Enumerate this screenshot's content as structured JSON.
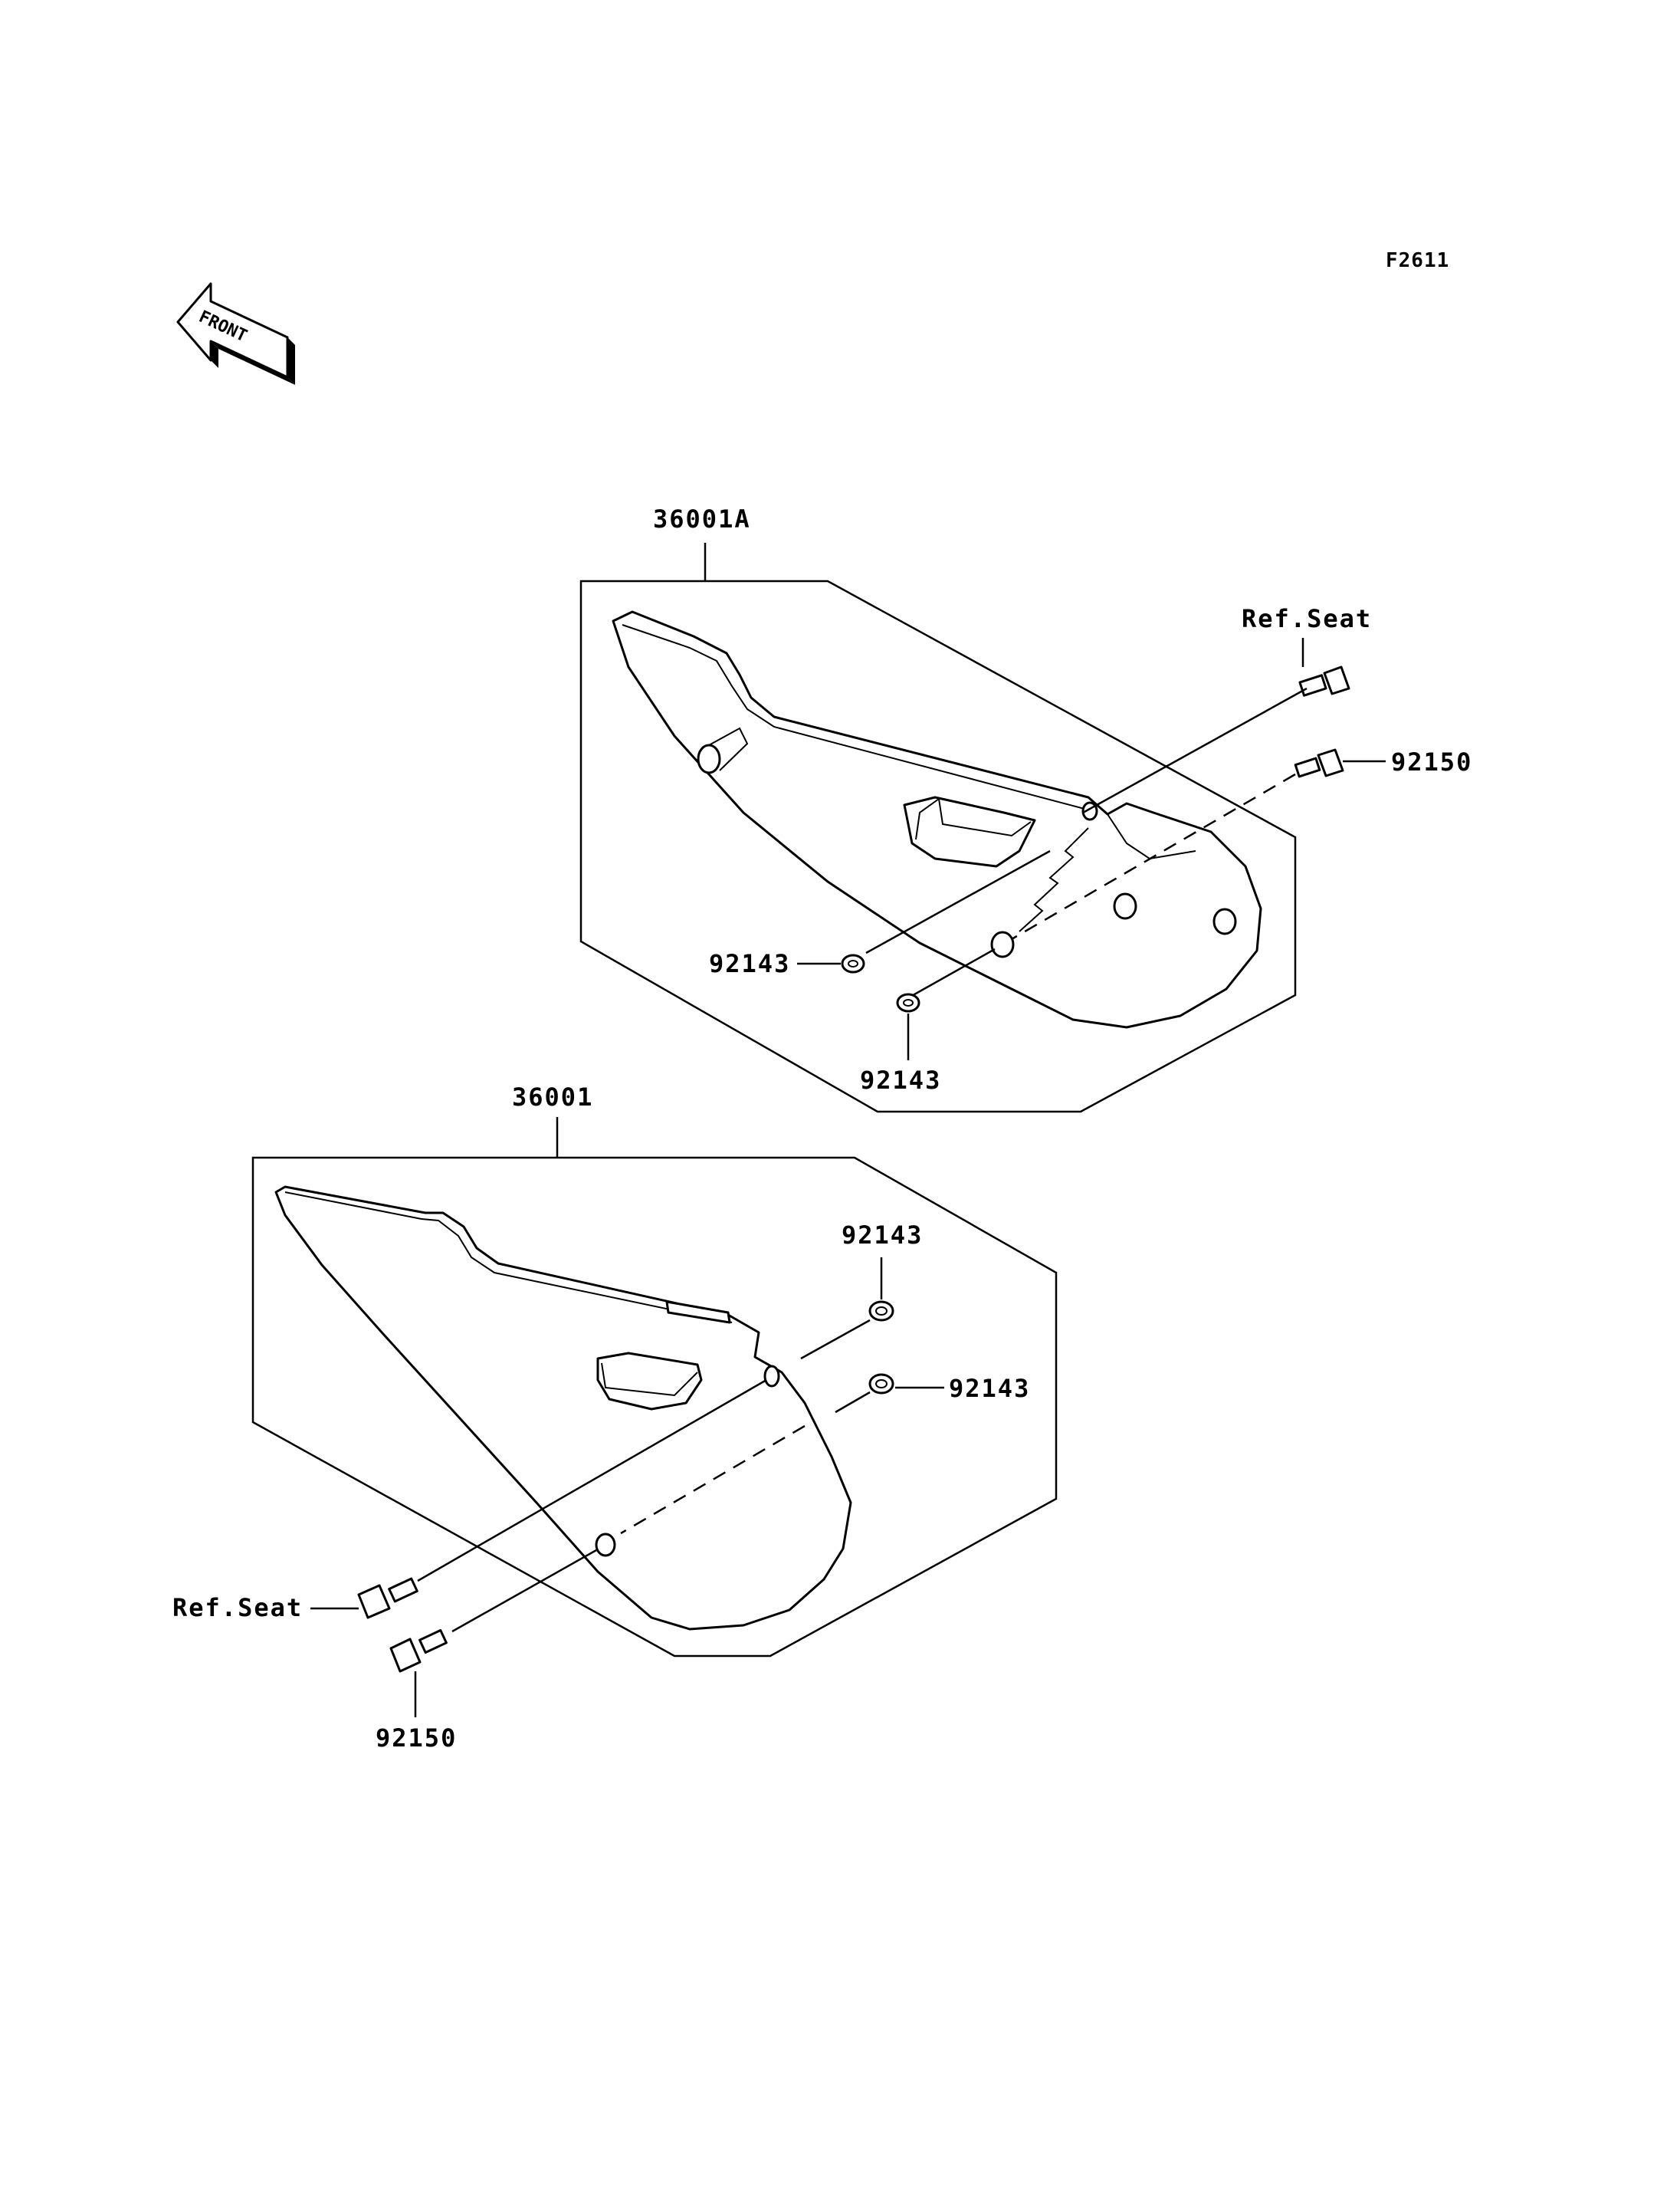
{
  "figure_code": "F2611",
  "front_arrow": {
    "label": "FRONT"
  },
  "upper_assembly": {
    "part_label": "36001A",
    "callouts": {
      "ref_seat": "Ref.Seat",
      "bolt": "92150",
      "washer_left": "92143",
      "washer_bottom": "92143"
    }
  },
  "lower_assembly": {
    "part_label": "36001",
    "callouts": {
      "washer_top": "92143",
      "washer_right": "92143",
      "ref_seat": "Ref.Seat",
      "bolt": "92150"
    }
  }
}
